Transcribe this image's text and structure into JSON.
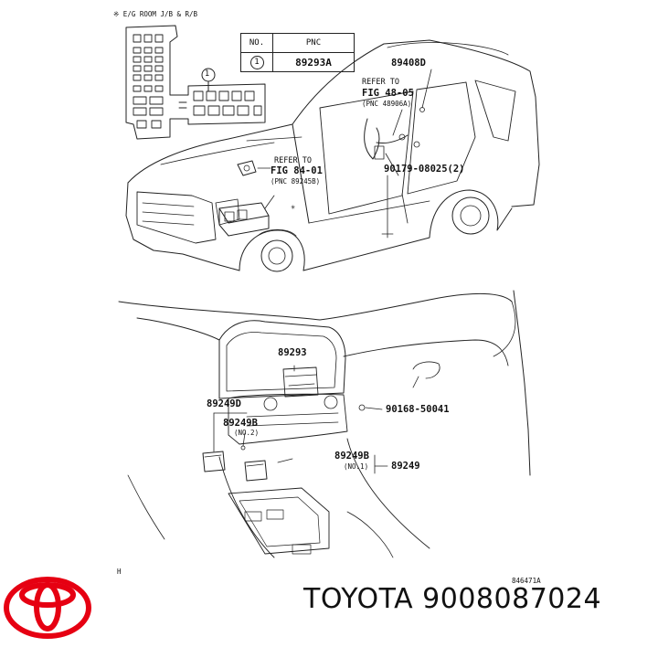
{
  "diagram": {
    "fig_title": "※ E/G ROOM J/B & R/B",
    "table": {
      "header_no": "NO.",
      "header_pnc": "PNC",
      "row_no": "1",
      "row_pnc": "89293A"
    },
    "callout_1": "1",
    "part_89408d": "89408D",
    "refer_48": [
      "REFER TO",
      "FIG 48-05",
      "(PNC 48906A)"
    ],
    "refer_84": [
      "REFER TO",
      "FIG 84-01",
      "(PNC 89245B)"
    ],
    "part_90179": "90179-08025(2)",
    "part_89293": "89293",
    "part_89249d": "89249D",
    "part_89249b_left": "89249B",
    "part_no2_left": "(NO.2)",
    "part_90168": "90168-50041",
    "part_89249b_right": "89249B",
    "part_no1": "(NO.1)",
    "part_89249": "89249",
    "corner_h": "H",
    "diagram_id": "846471A",
    "asterisk": "✳"
  },
  "footer": {
    "brand": "TOYOTA",
    "part_number": "9008087024"
  },
  "colors": {
    "logo_red": "#e60012",
    "line": "#222222"
  }
}
